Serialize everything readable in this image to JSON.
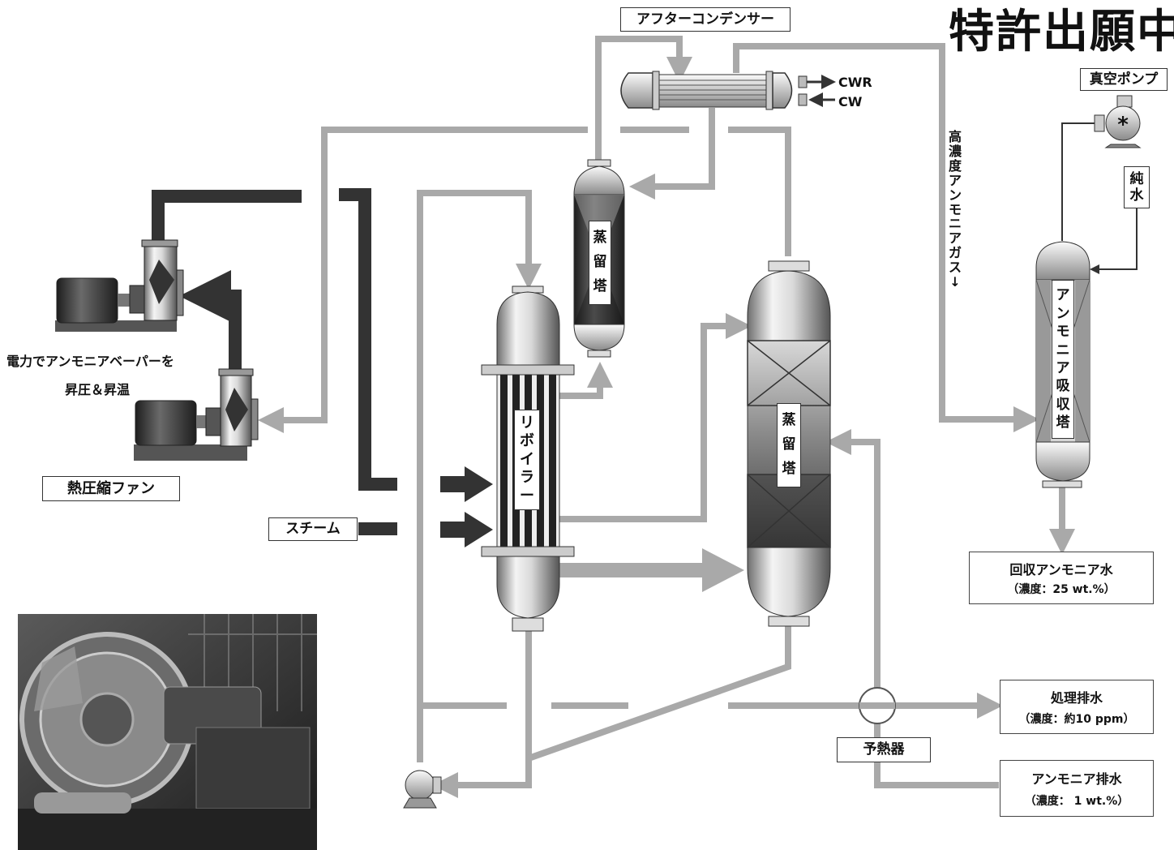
{
  "title": "特許出願中",
  "labels": {
    "after_condenser": "アフターコンデンサー",
    "cwr": "CWR",
    "cw": "CW",
    "vacuum_pump": "真空ポンプ",
    "pure_water_chars": [
      "純",
      "水"
    ],
    "ammonia_gas_chars": [
      "高",
      "濃",
      "度",
      "ア",
      "ン",
      "モ",
      "ニ",
      "ア",
      "ガ",
      "ス",
      "↓"
    ],
    "still_small_chars": [
      "蒸",
      "留",
      "塔"
    ],
    "still_main_chars": [
      "蒸",
      "留",
      "塔"
    ],
    "reboiler_chars": [
      "リ",
      "ボ",
      "イ",
      "ラ",
      "ー"
    ],
    "absorber_chars": [
      "ア",
      "ン",
      "モ",
      "ニ",
      "ア",
      "吸",
      "収",
      "塔"
    ],
    "fan_caption_line1": "電力でアンモニアベーパーを",
    "fan_caption_line2": "昇圧＆昇温",
    "fan_name": "熱圧縮ファン",
    "steam": "スチーム",
    "preheater": "予熱器",
    "recovered_water": "回収アンモニア水",
    "recovered_conc": "（濃度：25 wt.%）",
    "treated_water": "処理排水",
    "treated_conc": "（濃度：約10 ppm）",
    "ammonia_waste": "アンモニア排水",
    "ammonia_waste_conc": "（濃度： 1 wt.%）"
  },
  "colors": {
    "pipe_light": "#a9a9a9",
    "pipe_dark": "#333333",
    "vessel_dark": "#2e2e2e"
  }
}
